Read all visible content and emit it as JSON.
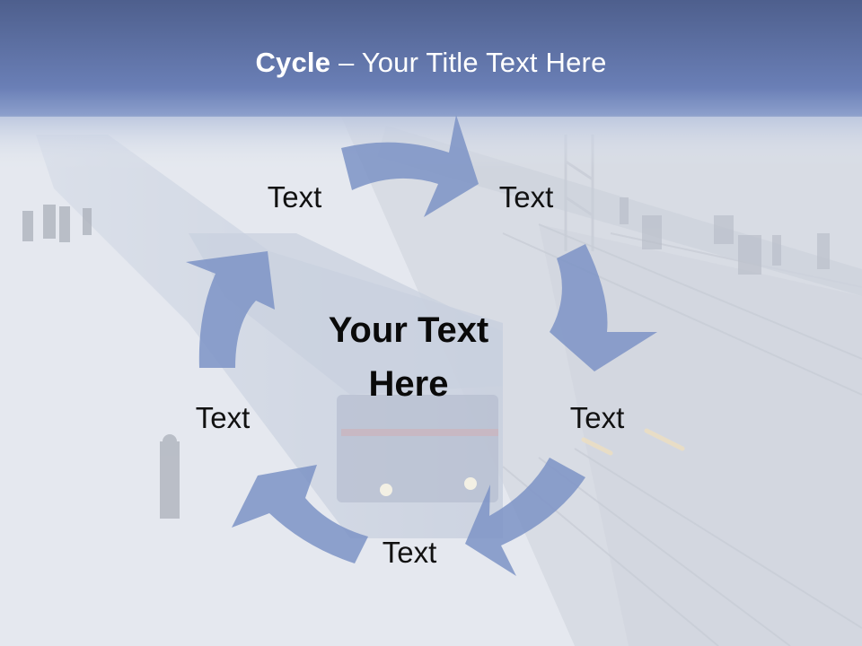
{
  "title": {
    "bold": "Cycle",
    "rest": " – Your Title Text Here"
  },
  "diagram": {
    "center": "Your Text Here",
    "labels": [
      "Text",
      "Text",
      "Text",
      "Text",
      "Text"
    ]
  },
  "colors": {
    "header": "#5b72a9",
    "arrow": "#7d93c6",
    "background": "#dbe0ea"
  }
}
